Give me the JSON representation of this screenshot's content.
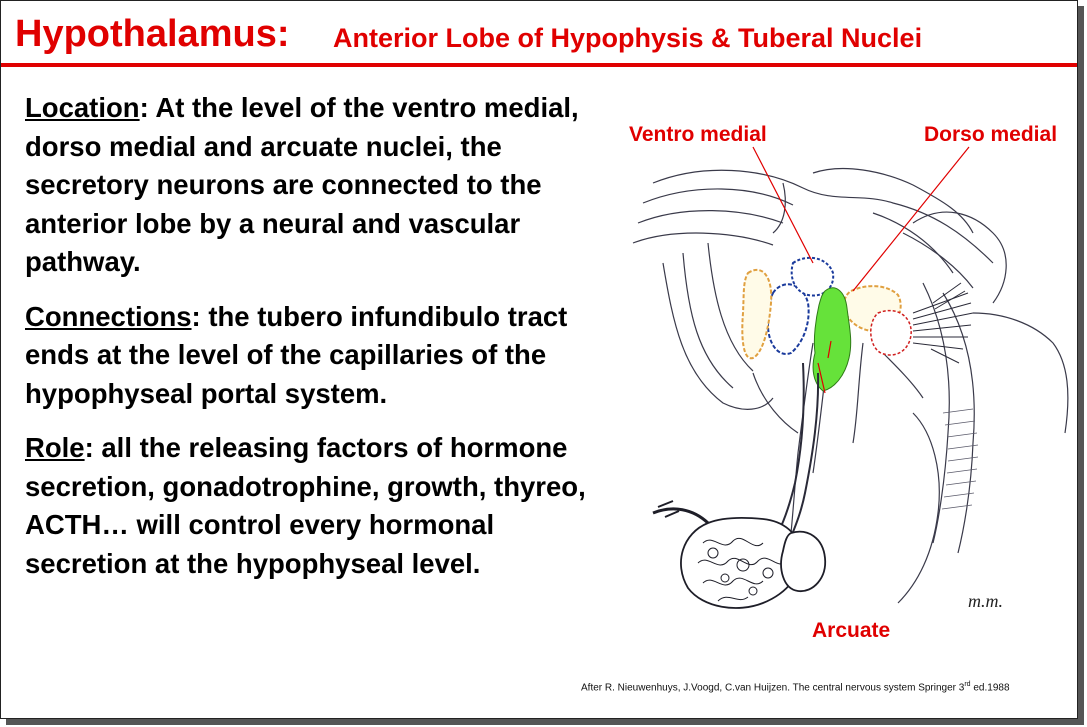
{
  "title": {
    "main": "Hypothalamus:",
    "sub": "Anterior Lobe of Hypophysis & Tuberal Nuclei"
  },
  "paragraphs": [
    {
      "heading": "Location",
      "text": ": At the level of the ventro medial, dorso medial and arcuate nuclei, the secretory neurons are connected to the anterior lobe by a neural and vascular pathway."
    },
    {
      "heading": "Connections",
      "text": ": the tubero infundibulo tract ends at the level of the capillaries of the hypophyseal portal system."
    },
    {
      "heading": "Role",
      "text": ": all the releasing factors of hormone secretion, gonadotrophine, growth, thyreo, ACTH… will control every hormonal secretion at the hypophyseal level."
    }
  ],
  "figure": {
    "labels": {
      "ventro_medial": "Ventro medial",
      "dorso_medial": "Dorso medial",
      "arcuate": "Arcuate"
    },
    "signature": "m.m."
  },
  "credit": {
    "before_sup": "After R. Nieuwenhuys, J.Voogd, C.van Huijzen. The central nervous system Springer 3",
    "sup": "rd",
    "after_sup": " ed.1988"
  },
  "colors": {
    "title": "#e00000",
    "label": "#e00000",
    "arcuate_fill": "#66e23a",
    "ventro_outline": "#1a3a9c",
    "dorso_outline": "#e0a040"
  }
}
